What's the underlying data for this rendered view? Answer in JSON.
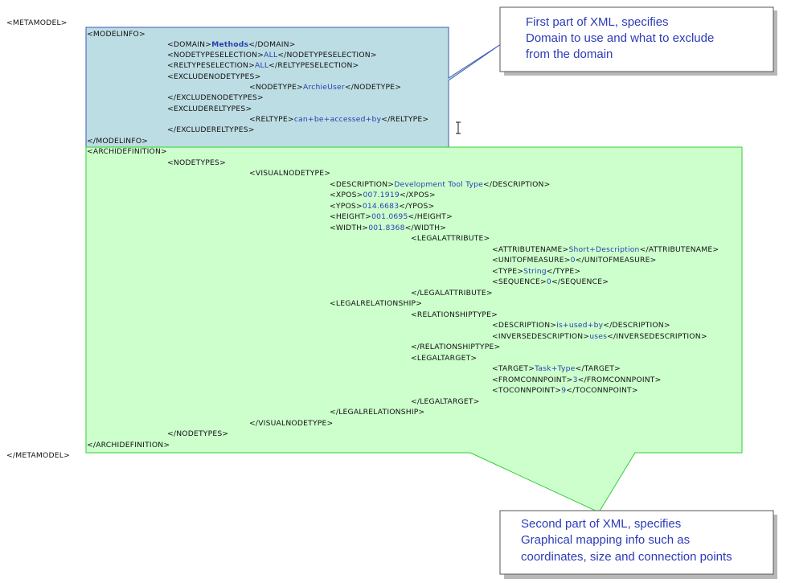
{
  "root_open": "<METAMODEL>",
  "root_close": "</METAMODEL>",
  "xml_lines": [
    {
      "id": "l01",
      "parts": [
        {
          "t": "<MODELINFO>",
          "k": "tag"
        }
      ]
    },
    {
      "id": "l02",
      "parts": [
        {
          "t": "<DOMAIN>",
          "k": "tag"
        },
        {
          "t": "Methods",
          "k": "boldval"
        },
        {
          "t": "</DOMAIN>",
          "k": "tag"
        }
      ]
    },
    {
      "id": "l03",
      "parts": [
        {
          "t": "<NODETYPESELECTION>",
          "k": "tag"
        },
        {
          "t": "ALL",
          "k": "val"
        },
        {
          "t": "</NODETYPESELECTION>",
          "k": "tag"
        }
      ]
    },
    {
      "id": "l04",
      "parts": [
        {
          "t": "<RELTYPESELECTION>",
          "k": "tag"
        },
        {
          "t": "ALL",
          "k": "val"
        },
        {
          "t": "</RELTYPESELECTION>",
          "k": "tag"
        }
      ]
    },
    {
      "id": "l05",
      "parts": [
        {
          "t": "<EXCLUDENODETYPES>",
          "k": "tag"
        }
      ]
    },
    {
      "id": "l06",
      "parts": [
        {
          "t": "<NODETYPE>",
          "k": "tag"
        },
        {
          "t": "ArchieUser",
          "k": "val"
        },
        {
          "t": "</NODETYPE>",
          "k": "tag"
        }
      ]
    },
    {
      "id": "l07",
      "parts": [
        {
          "t": "</EXCLUDENODETYPES>",
          "k": "tag"
        }
      ]
    },
    {
      "id": "l08",
      "parts": [
        {
          "t": "<EXCLUDERELTYPES>",
          "k": "tag"
        }
      ]
    },
    {
      "id": "l09",
      "parts": [
        {
          "t": "<RELTYPE>",
          "k": "tag"
        },
        {
          "t": "can+be+accessed+by",
          "k": "val"
        },
        {
          "t": "</RELTYPE>",
          "k": "tag"
        }
      ]
    },
    {
      "id": "l10",
      "parts": [
        {
          "t": "</EXCLUDERELTYPES>",
          "k": "tag"
        }
      ]
    },
    {
      "id": "l11",
      "parts": [
        {
          "t": "</MODELINFO>",
          "k": "tag"
        }
      ]
    },
    {
      "id": "l12",
      "parts": [
        {
          "t": "<ARCHIDEFINITION>",
          "k": "tag"
        }
      ]
    },
    {
      "id": "l13",
      "parts": [
        {
          "t": "<NODETYPES>",
          "k": "tag"
        }
      ]
    },
    {
      "id": "l14",
      "parts": [
        {
          "t": "<VISUALNODETYPE>",
          "k": "tag"
        }
      ]
    },
    {
      "id": "l15",
      "parts": [
        {
          "t": "<DESCRIPTION>",
          "k": "tag"
        },
        {
          "t": "Development Tool Type",
          "k": "val"
        },
        {
          "t": "</DESCRIPTION>",
          "k": "tag"
        }
      ]
    },
    {
      "id": "l16",
      "parts": [
        {
          "t": "<XPOS>",
          "k": "tag"
        },
        {
          "t": "007.1919",
          "k": "val"
        },
        {
          "t": "</XPOS>",
          "k": "tag"
        }
      ]
    },
    {
      "id": "l17",
      "parts": [
        {
          "t": "<YPOS>",
          "k": "tag"
        },
        {
          "t": "014.6683",
          "k": "val"
        },
        {
          "t": "</YPOS>",
          "k": "tag"
        }
      ]
    },
    {
      "id": "l18",
      "parts": [
        {
          "t": "<HEIGHT>",
          "k": "tag"
        },
        {
          "t": "001.0695",
          "k": "val"
        },
        {
          "t": "</HEIGHT>",
          "k": "tag"
        }
      ]
    },
    {
      "id": "l19",
      "parts": [
        {
          "t": "<WIDTH>",
          "k": "tag"
        },
        {
          "t": "001.8368",
          "k": "val"
        },
        {
          "t": "</WIDTH>",
          "k": "tag"
        }
      ]
    },
    {
      "id": "l20",
      "parts": [
        {
          "t": "<LEGALATTRIBUTE>",
          "k": "tag"
        }
      ]
    },
    {
      "id": "l21",
      "parts": [
        {
          "t": "<ATTRIBUTENAME>",
          "k": "tag"
        },
        {
          "t": "Short+Description",
          "k": "val"
        },
        {
          "t": "</ATTRIBUTENAME>",
          "k": "tag"
        }
      ]
    },
    {
      "id": "l22",
      "parts": [
        {
          "t": "<UNITOFMEASURE>",
          "k": "tag"
        },
        {
          "t": "0",
          "k": "val"
        },
        {
          "t": "</UNITOFMEASURE>",
          "k": "tag"
        }
      ]
    },
    {
      "id": "l23",
      "parts": [
        {
          "t": "<TYPE>",
          "k": "tag"
        },
        {
          "t": "String",
          "k": "val"
        },
        {
          "t": "</TYPE>",
          "k": "tag"
        }
      ]
    },
    {
      "id": "l24",
      "parts": [
        {
          "t": "<SEQUENCE>",
          "k": "tag"
        },
        {
          "t": "0",
          "k": "val"
        },
        {
          "t": "</SEQUENCE>",
          "k": "tag"
        }
      ]
    },
    {
      "id": "l25",
      "parts": [
        {
          "t": "</LEGALATTRIBUTE>",
          "k": "tag"
        }
      ]
    },
    {
      "id": "l26",
      "parts": [
        {
          "t": "<LEGALRELATIONSHIP>",
          "k": "tag"
        }
      ]
    },
    {
      "id": "l27",
      "parts": [
        {
          "t": "<RELATIONSHIPTYPE>",
          "k": "tag"
        }
      ]
    },
    {
      "id": "l28",
      "parts": [
        {
          "t": "<DESCRIPTION>",
          "k": "tag"
        },
        {
          "t": "is+used+by",
          "k": "val"
        },
        {
          "t": "</DESCRIPTION>",
          "k": "tag"
        }
      ]
    },
    {
      "id": "l29",
      "parts": [
        {
          "t": "<INVERSEDESCRIPTION>",
          "k": "tag"
        },
        {
          "t": "uses",
          "k": "val"
        },
        {
          "t": "</INVERSEDESCRIPTION>",
          "k": "tag"
        }
      ]
    },
    {
      "id": "l30",
      "parts": [
        {
          "t": "</RELATIONSHIPTYPE>",
          "k": "tag"
        }
      ]
    },
    {
      "id": "l31",
      "parts": [
        {
          "t": "<LEGALTARGET>",
          "k": "tag"
        }
      ]
    },
    {
      "id": "l32",
      "parts": [
        {
          "t": "<TARGET>",
          "k": "tag"
        },
        {
          "t": "Task+Type",
          "k": "val"
        },
        {
          "t": "</TARGET>",
          "k": "tag"
        }
      ]
    },
    {
      "id": "l33",
      "parts": [
        {
          "t": "<FROMCONNPOINT>",
          "k": "tag"
        },
        {
          "t": "3",
          "k": "val"
        },
        {
          "t": "</FROMCONNPOINT>",
          "k": "tag"
        }
      ]
    },
    {
      "id": "l34",
      "parts": [
        {
          "t": "<TOCONNPOINT>",
          "k": "tag"
        },
        {
          "t": "9",
          "k": "val"
        },
        {
          "t": "</TOCONNPOINT>",
          "k": "tag"
        }
      ]
    },
    {
      "id": "l35",
      "parts": [
        {
          "t": "</LEGALTARGET>",
          "k": "tag"
        }
      ]
    },
    {
      "id": "l36",
      "parts": [
        {
          "t": "</LEGALRELATIONSHIP>",
          "k": "tag"
        }
      ]
    },
    {
      "id": "l37",
      "parts": [
        {
          "t": "</VISUALNODETYPE>",
          "k": "tag"
        }
      ]
    },
    {
      "id": "l38",
      "parts": [
        {
          "t": "</NODETYPES>",
          "k": "tag"
        }
      ]
    },
    {
      "id": "l39",
      "parts": [
        {
          "t": "</ARCHIDEFINITION>",
          "k": "tag"
        }
      ]
    }
  ],
  "callouts": {
    "first": [
      "First part of XML, specifies",
      "Domain to use and what to exclude",
      "from the domain"
    ],
    "second": [
      "Second part of XML, specifies",
      "Graphical mapping info such as",
      "coordinates, size and connection points"
    ]
  },
  "colors": {
    "modelinfo_fill": "#bcdde3",
    "modelinfo_stroke": "#3c5ab4",
    "archidef_fill": "#ccffcc",
    "archidef_stroke": "#33cc33",
    "tag_text": "#111111",
    "value_text": "#2a3fb0",
    "callout_text": "#2c3cb8"
  }
}
